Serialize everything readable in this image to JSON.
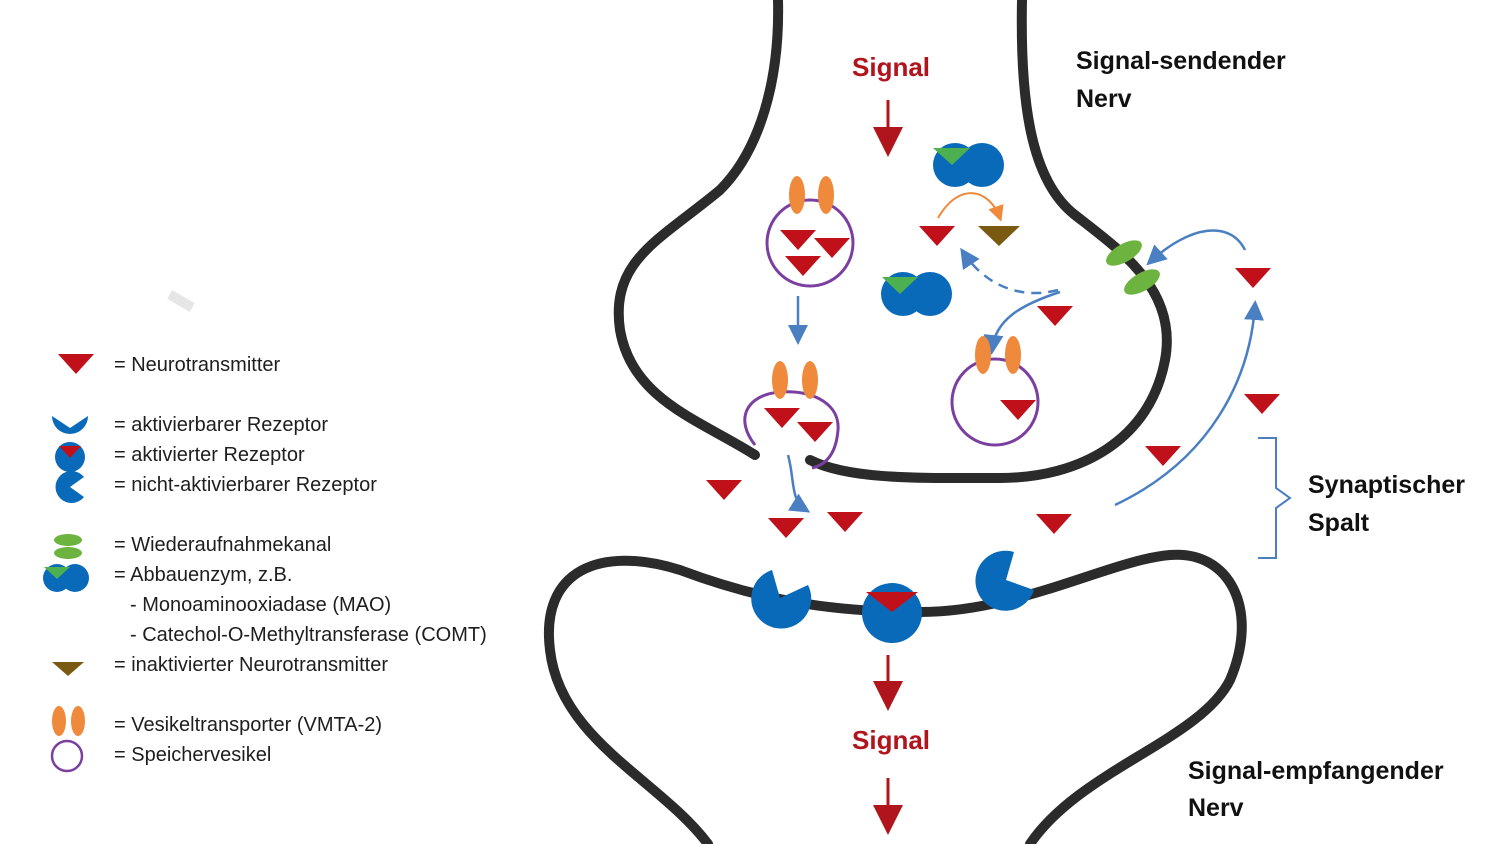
{
  "labels": {
    "signal_top": "Signal",
    "signal_bottom": "Signal",
    "sending_nerve_line1": "Signal-sendender",
    "sending_nerve_line2": "Nerv",
    "synaptic_cleft_line1": "Synaptischer",
    "synaptic_cleft_line2": "Spalt",
    "receiving_nerve_line1": "Signal-empfangender",
    "receiving_nerve_line2": "Nerv"
  },
  "legend": {
    "neurotransmitter": "= Neurotransmitter",
    "activatable_receptor": "= aktivierbarer Rezeptor",
    "activated_receptor": "= aktivierter Rezeptor",
    "non_activatable_receptor": "= nicht-aktivierbarer Rezeptor",
    "reuptake_channel": "= Wiederaufnahmekanal",
    "degrading_enzyme": "= Abbauenzym, z.B.",
    "mao": "- Monoaminooxiadase (MAO)",
    "comt": "- Catechol-O-Methyltransferase (COMT)",
    "inactivated_neurotransmitter": "= inaktivierter Neurotransmitter",
    "vesicle_transporter": "= Vesikeltransporter (VMTA-2)",
    "storage_vesicle": "= Speichervesikel"
  },
  "colors": {
    "neurotransmitter": "#c0101a",
    "receptor": "#0a6aba",
    "reuptake_channel": "#6cb33f",
    "enzyme_cap": "#4caf50",
    "inactive_nt": "#7a5a10",
    "transporter": "#ef8a3c",
    "vesicle": "#7b3fa0",
    "arrow_blue": "#4a7fc1",
    "arrow_orange": "#ef8a3c",
    "signal_red": "#b0141c",
    "membrane": "#2b2b2b"
  }
}
